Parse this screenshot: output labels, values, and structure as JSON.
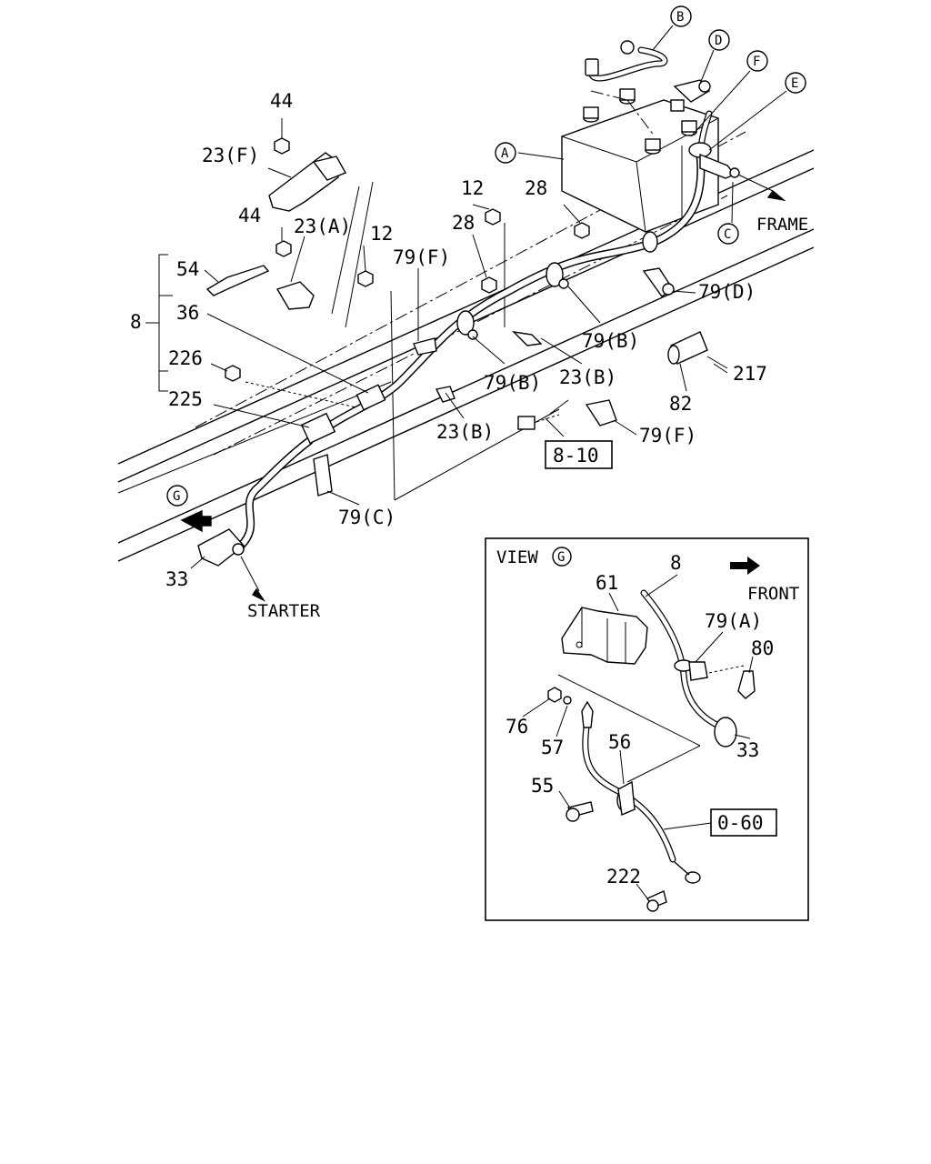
{
  "callouts": {
    "c44a": "44",
    "c23f": "23(F)",
    "c44b": "44",
    "c23a": "23(A)",
    "c12a": "12",
    "c12b": "12",
    "c28a": "28",
    "c28b": "28",
    "c79f_top": "79(F)",
    "c54": "54",
    "c8": "8",
    "c36": "36",
    "c226": "226",
    "c225": "225",
    "c79d": "79(D)",
    "c79b_r": "79(B)",
    "c79b_l": "79(B)",
    "c23b_r": "23(B)",
    "c23b_l": "23(B)",
    "c217": "217",
    "c82": "82",
    "c79f_bot": "79(F)",
    "c79c": "79(C)",
    "c33": "33"
  },
  "circled": {
    "A": "A",
    "B": "B",
    "C": "C",
    "D": "D",
    "E": "E",
    "F": "F",
    "G": "G"
  },
  "refs": {
    "box_8_10": "8-10",
    "frame": "FRAME",
    "starter": "STARTER"
  },
  "view_g": {
    "title": "VIEW",
    "title_circle": "G",
    "front": "FRONT",
    "box_0_60": "0-60",
    "callouts": {
      "v61": "61",
      "v8": "8",
      "v79a": "79(A)",
      "v80": "80",
      "v76": "76",
      "v57": "57",
      "v56": "56",
      "v33": "33",
      "v55": "55",
      "v222": "222"
    }
  }
}
